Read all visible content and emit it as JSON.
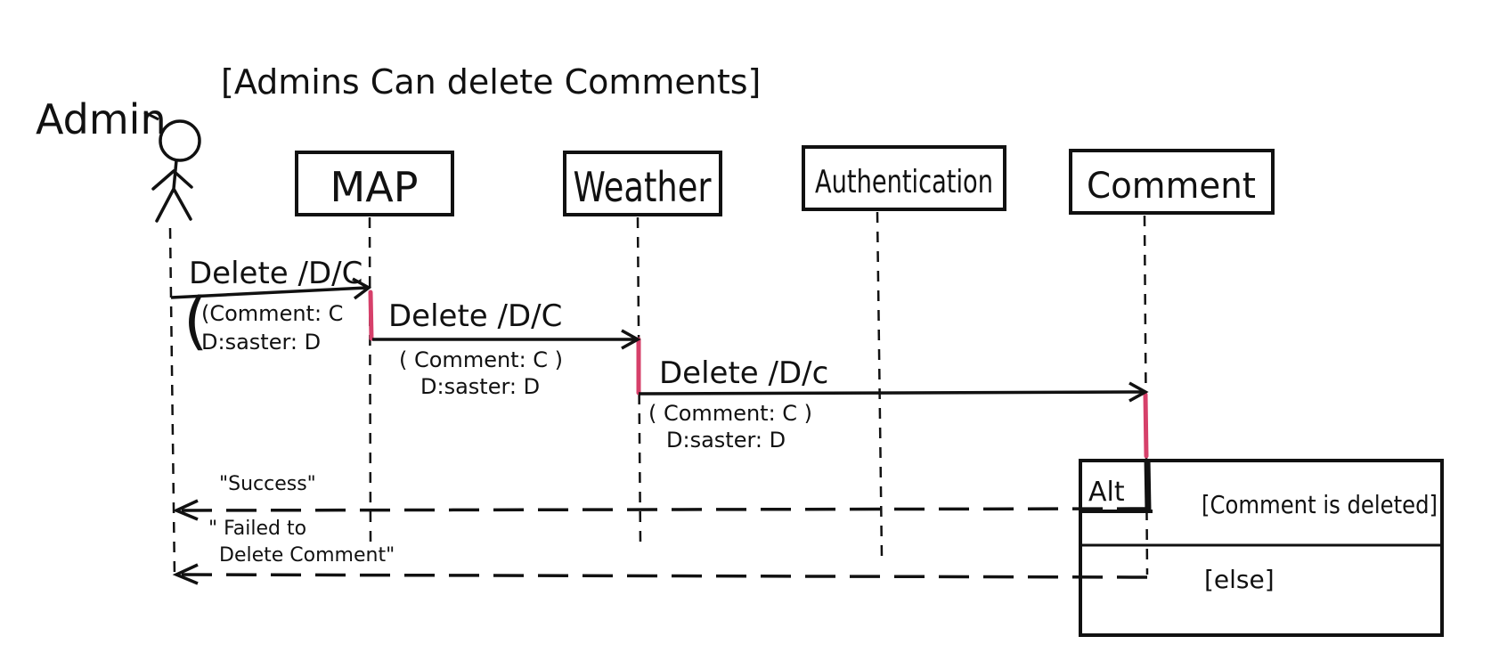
{
  "diagram": {
    "title": "[Admins Can delete Comments]",
    "actor": {
      "name": "Admin"
    },
    "lifelines": [
      {
        "label": "MAP"
      },
      {
        "label": "Weather"
      },
      {
        "label": "Authentication"
      },
      {
        "label": "Comment"
      }
    ],
    "messages": [
      {
        "label": "Delete /D/C",
        "params": [
          "(Comment: C",
          "D:saster: D"
        ]
      },
      {
        "label": "Delete /D/C",
        "params": [
          "( Comment: C )",
          "D:saster: D"
        ]
      },
      {
        "label": "Delete /D/c",
        "params": [
          "( Comment: C )",
          "D:saster: D"
        ]
      }
    ],
    "returns": [
      {
        "label": "\"Success\""
      },
      {
        "label_lines": [
          "\" Failed to",
          "Delete Comment\""
        ]
      }
    ],
    "alt_fragment": {
      "operator": "Alt",
      "guards": [
        "[Comment is deleted]",
        "[else]"
      ]
    },
    "colors": {
      "ink": "#111111",
      "activation": "#d6406a",
      "background": "#ffffff"
    }
  }
}
